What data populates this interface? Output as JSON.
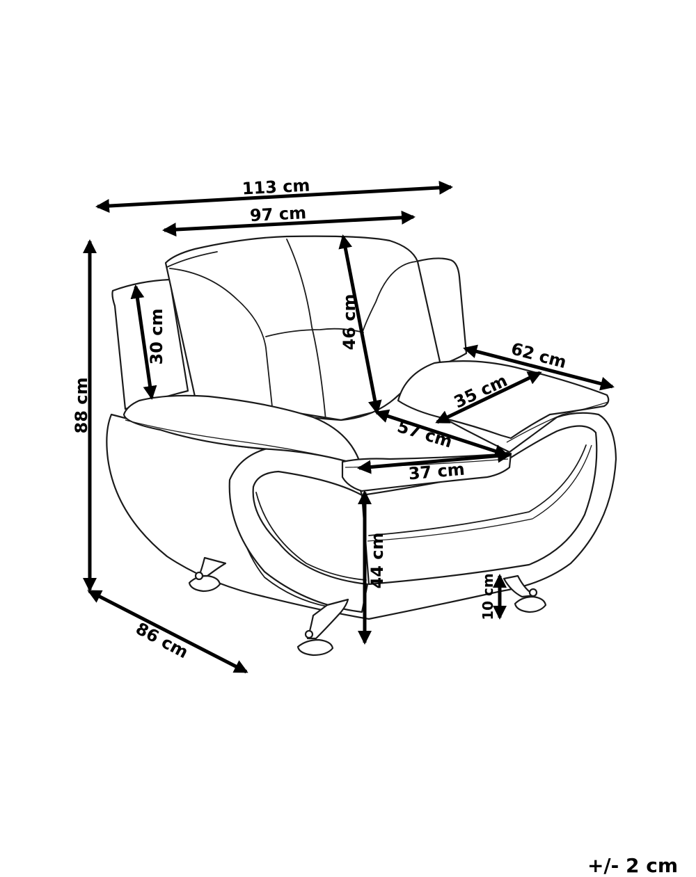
{
  "dimensions": {
    "overall_width": "113 cm",
    "seat_width": "97 cm",
    "overall_height": "88 cm",
    "armrest_height": "30 cm",
    "backrest_height": "46 cm",
    "armrest_length": "62 cm",
    "armrest_width": "35 cm",
    "seat_depth": "57 cm",
    "seat_front_width": "37 cm",
    "seat_height": "44 cm",
    "leg_height": "10 cm",
    "overall_depth": "86 cm"
  },
  "tolerance": "+/- 2 cm",
  "colors": {
    "line": "#1a1a1a",
    "arrow": "#000000",
    "background": "#ffffff"
  }
}
